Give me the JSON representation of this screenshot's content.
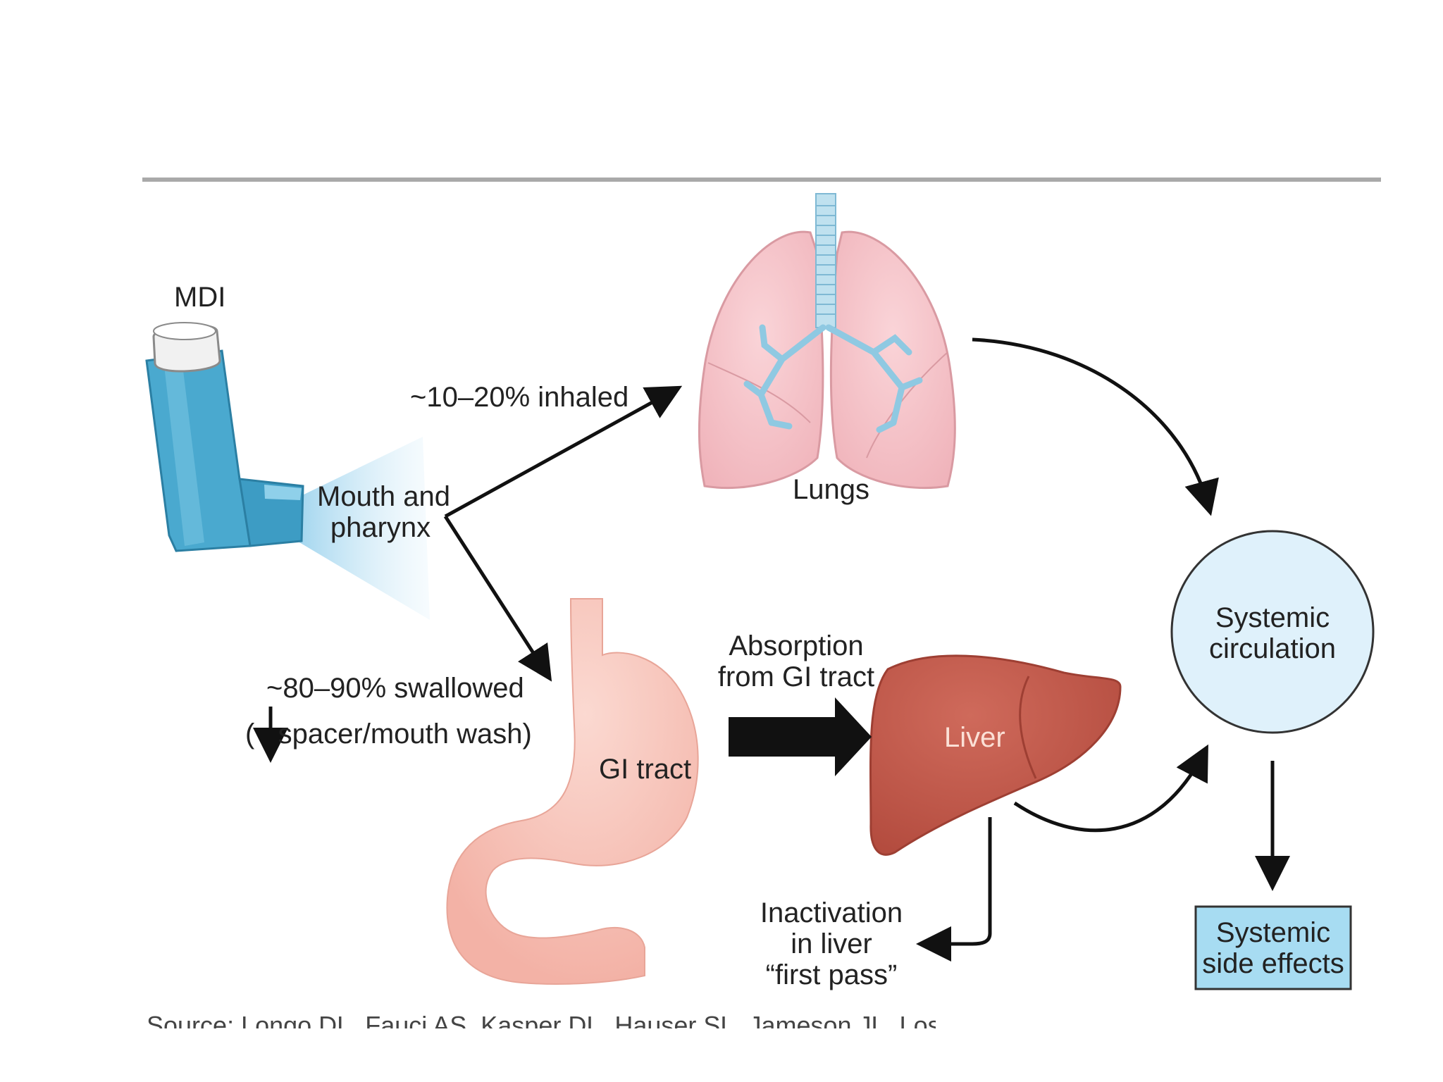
{
  "diagram": {
    "labels": {
      "mdi": "MDI",
      "inhaled": "~10–20% inhaled",
      "mouth_pharynx": "Mouth and\npharynx",
      "lungs": "Lungs",
      "swallowed": "~80–90% swallowed",
      "spacer_mouth_wash": "(   spacer/mouth wash)",
      "gi_tract": "GI tract",
      "absorption": "Absorption\nfrom GI tract",
      "liver": "Liver",
      "systemic_circulation": "Systemic\ncirculation",
      "inactivation": "Inactivation\nin liver\n“first pass”",
      "systemic_side_effects": "Systemic\nside effects"
    },
    "caption": "Source: Longo DL, Fauci AS, Kasper DL, Hauser SL, Jameson JL, Loscalzo J: Harrison's",
    "colors": {
      "inhaler": "#4aa9cf",
      "lungs": "#f4c2c7",
      "bronchi": "#8fc9e2",
      "stomach": "#f5bcb2",
      "liver": "#c4584a",
      "circulation": "#dff1fb",
      "side_effects_box": "#a7dcf2"
    }
  }
}
